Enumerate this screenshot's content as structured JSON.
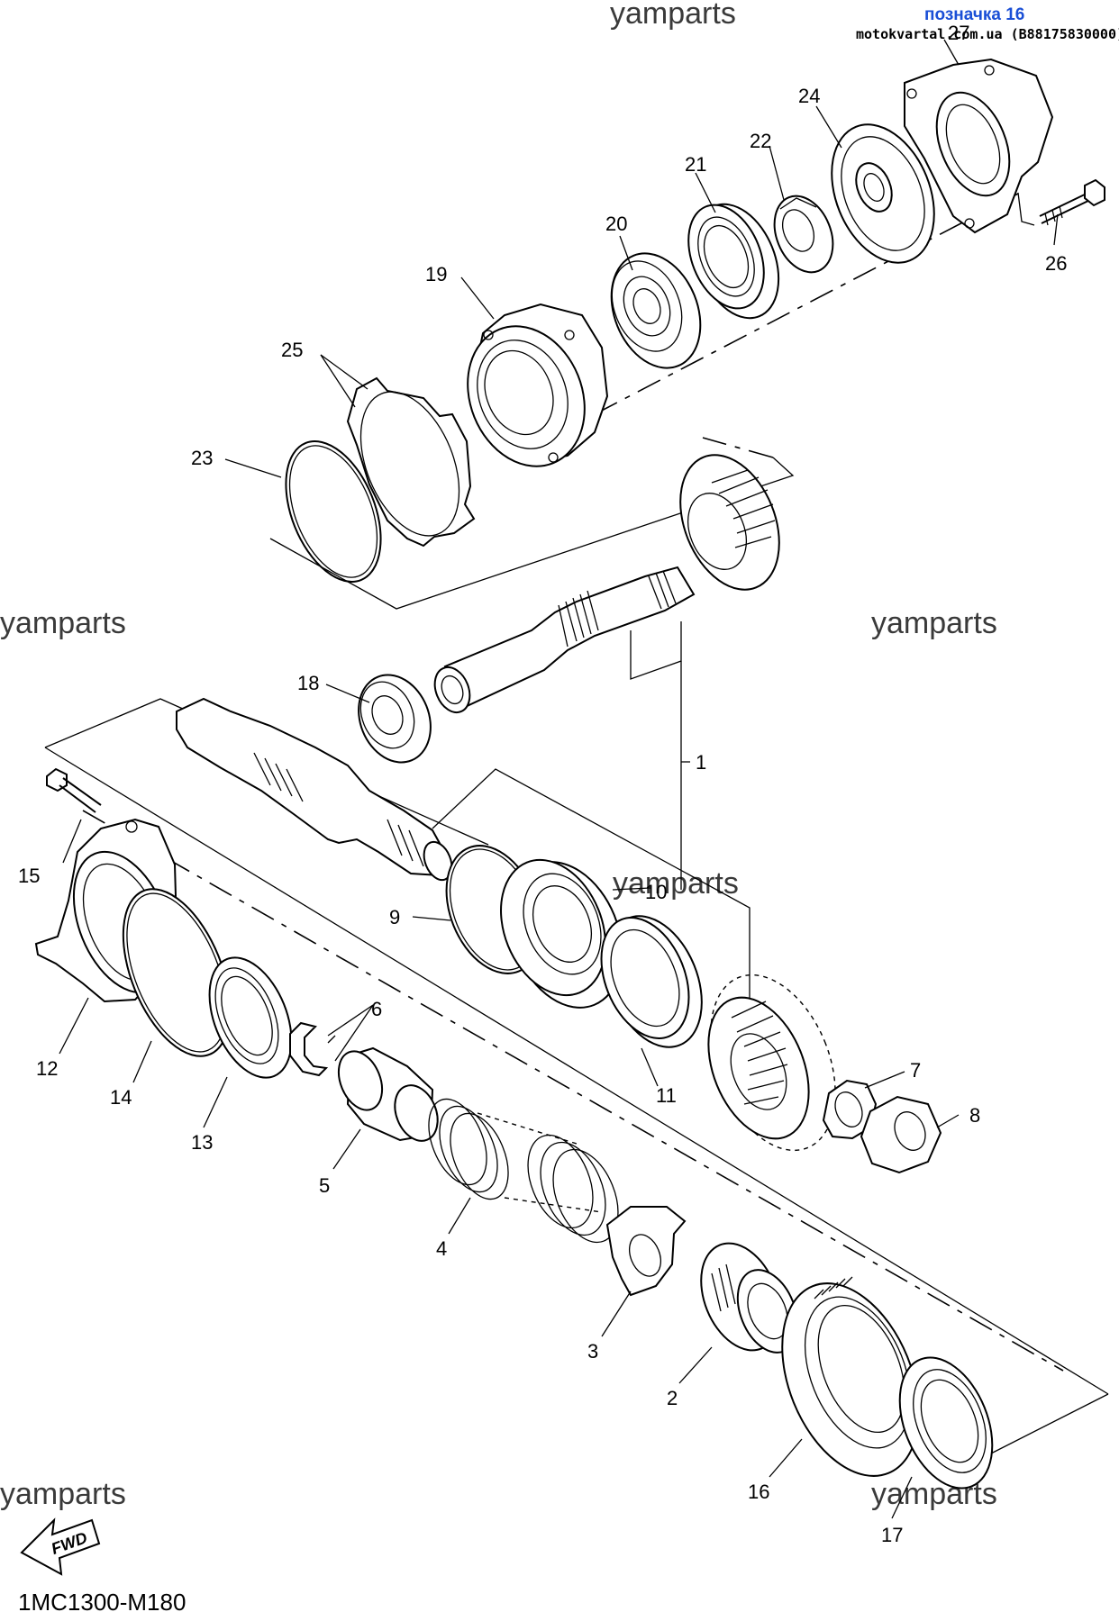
{
  "watermark": "yamparts",
  "badge": "позначка 16",
  "site": "motokvartal.com.ua (B88175830000)",
  "diagram_code": "1MC1300-M180",
  "fwd_label": "FWD",
  "callouts": [
    "1",
    "2",
    "3",
    "4",
    "5",
    "6",
    "7",
    "8",
    "9",
    "10",
    "11",
    "12",
    "13",
    "14",
    "15",
    "16",
    "17",
    "18",
    "19",
    "20",
    "21",
    "22",
    "23",
    "24",
    "25",
    "26",
    "27"
  ]
}
